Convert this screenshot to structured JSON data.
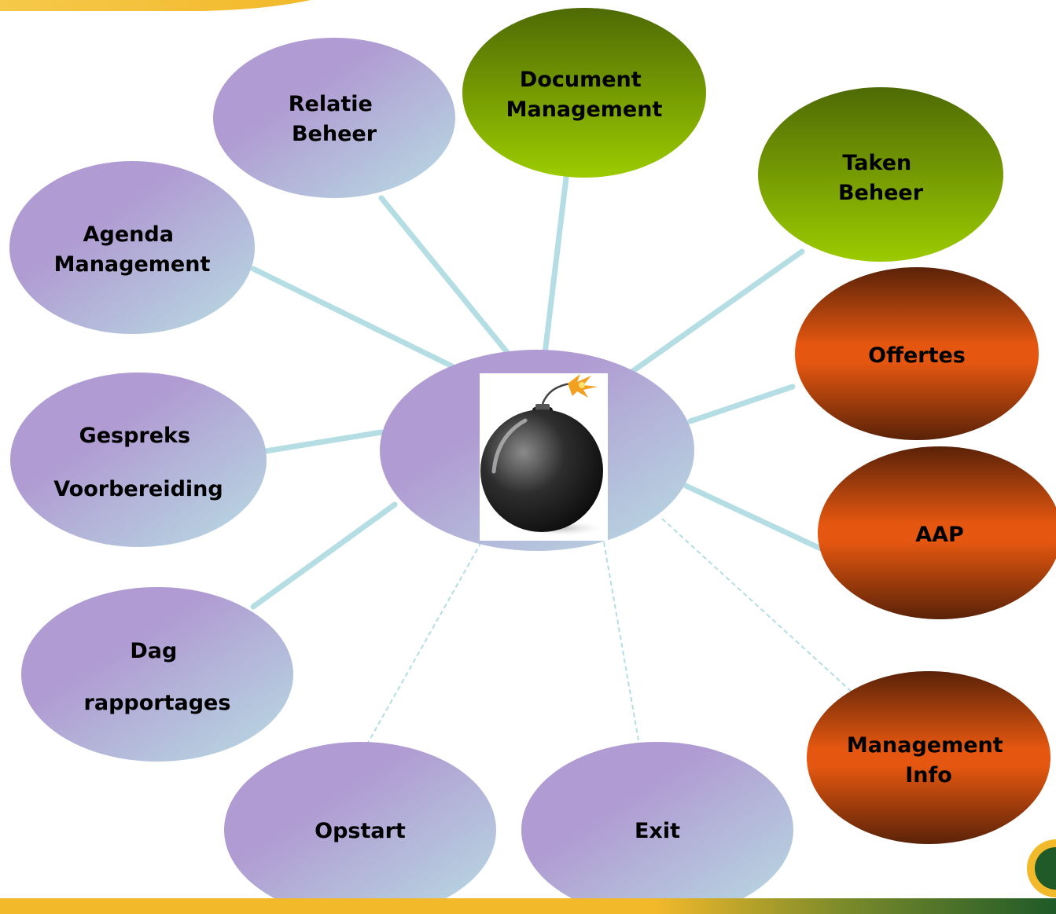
{
  "colors": {
    "purple_node": "#B09BD2",
    "purple_node_light": "#B8DDE3",
    "green_node_dark": "#4E6A05",
    "green_node_light": "#9CCB00",
    "orange_node_dark": "#5A2208",
    "orange_node_mid": "#E55710",
    "connector": "#B4DEE3",
    "bottom_bar": "#F2B92B",
    "bottom_bar_dark": "#1F5A28"
  },
  "center": {
    "icon": "bomb-icon"
  },
  "nodes": [
    {
      "id": "relatie-beheer",
      "label_lines": [
        "Relatie",
        "Beheer"
      ],
      "style": "purple"
    },
    {
      "id": "document-management",
      "label_lines": [
        "Document",
        "Management"
      ],
      "style": "green"
    },
    {
      "id": "taken-beheer",
      "label_lines": [
        "Taken",
        "Beheer"
      ],
      "style": "green"
    },
    {
      "id": "agenda-management",
      "label_lines": [
        "Agenda",
        "Management"
      ],
      "style": "purple"
    },
    {
      "id": "offertes",
      "label_lines": [
        "Offertes"
      ],
      "style": "orange"
    },
    {
      "id": "gespreks-voorbereiding",
      "label_lines": [
        "Gespreks",
        "Voorbereiding"
      ],
      "style": "purple"
    },
    {
      "id": "aap",
      "label_lines": [
        "AAP"
      ],
      "style": "orange"
    },
    {
      "id": "dag-rapportages",
      "label_lines": [
        "Dag",
        "rapportages"
      ],
      "style": "purple"
    },
    {
      "id": "management-info",
      "label_lines": [
        "Management",
        "Info"
      ],
      "style": "orange"
    },
    {
      "id": "opstart",
      "label_lines": [
        "Opstart"
      ],
      "style": "purple"
    },
    {
      "id": "exit",
      "label_lines": [
        "Exit"
      ],
      "style": "purple"
    }
  ]
}
